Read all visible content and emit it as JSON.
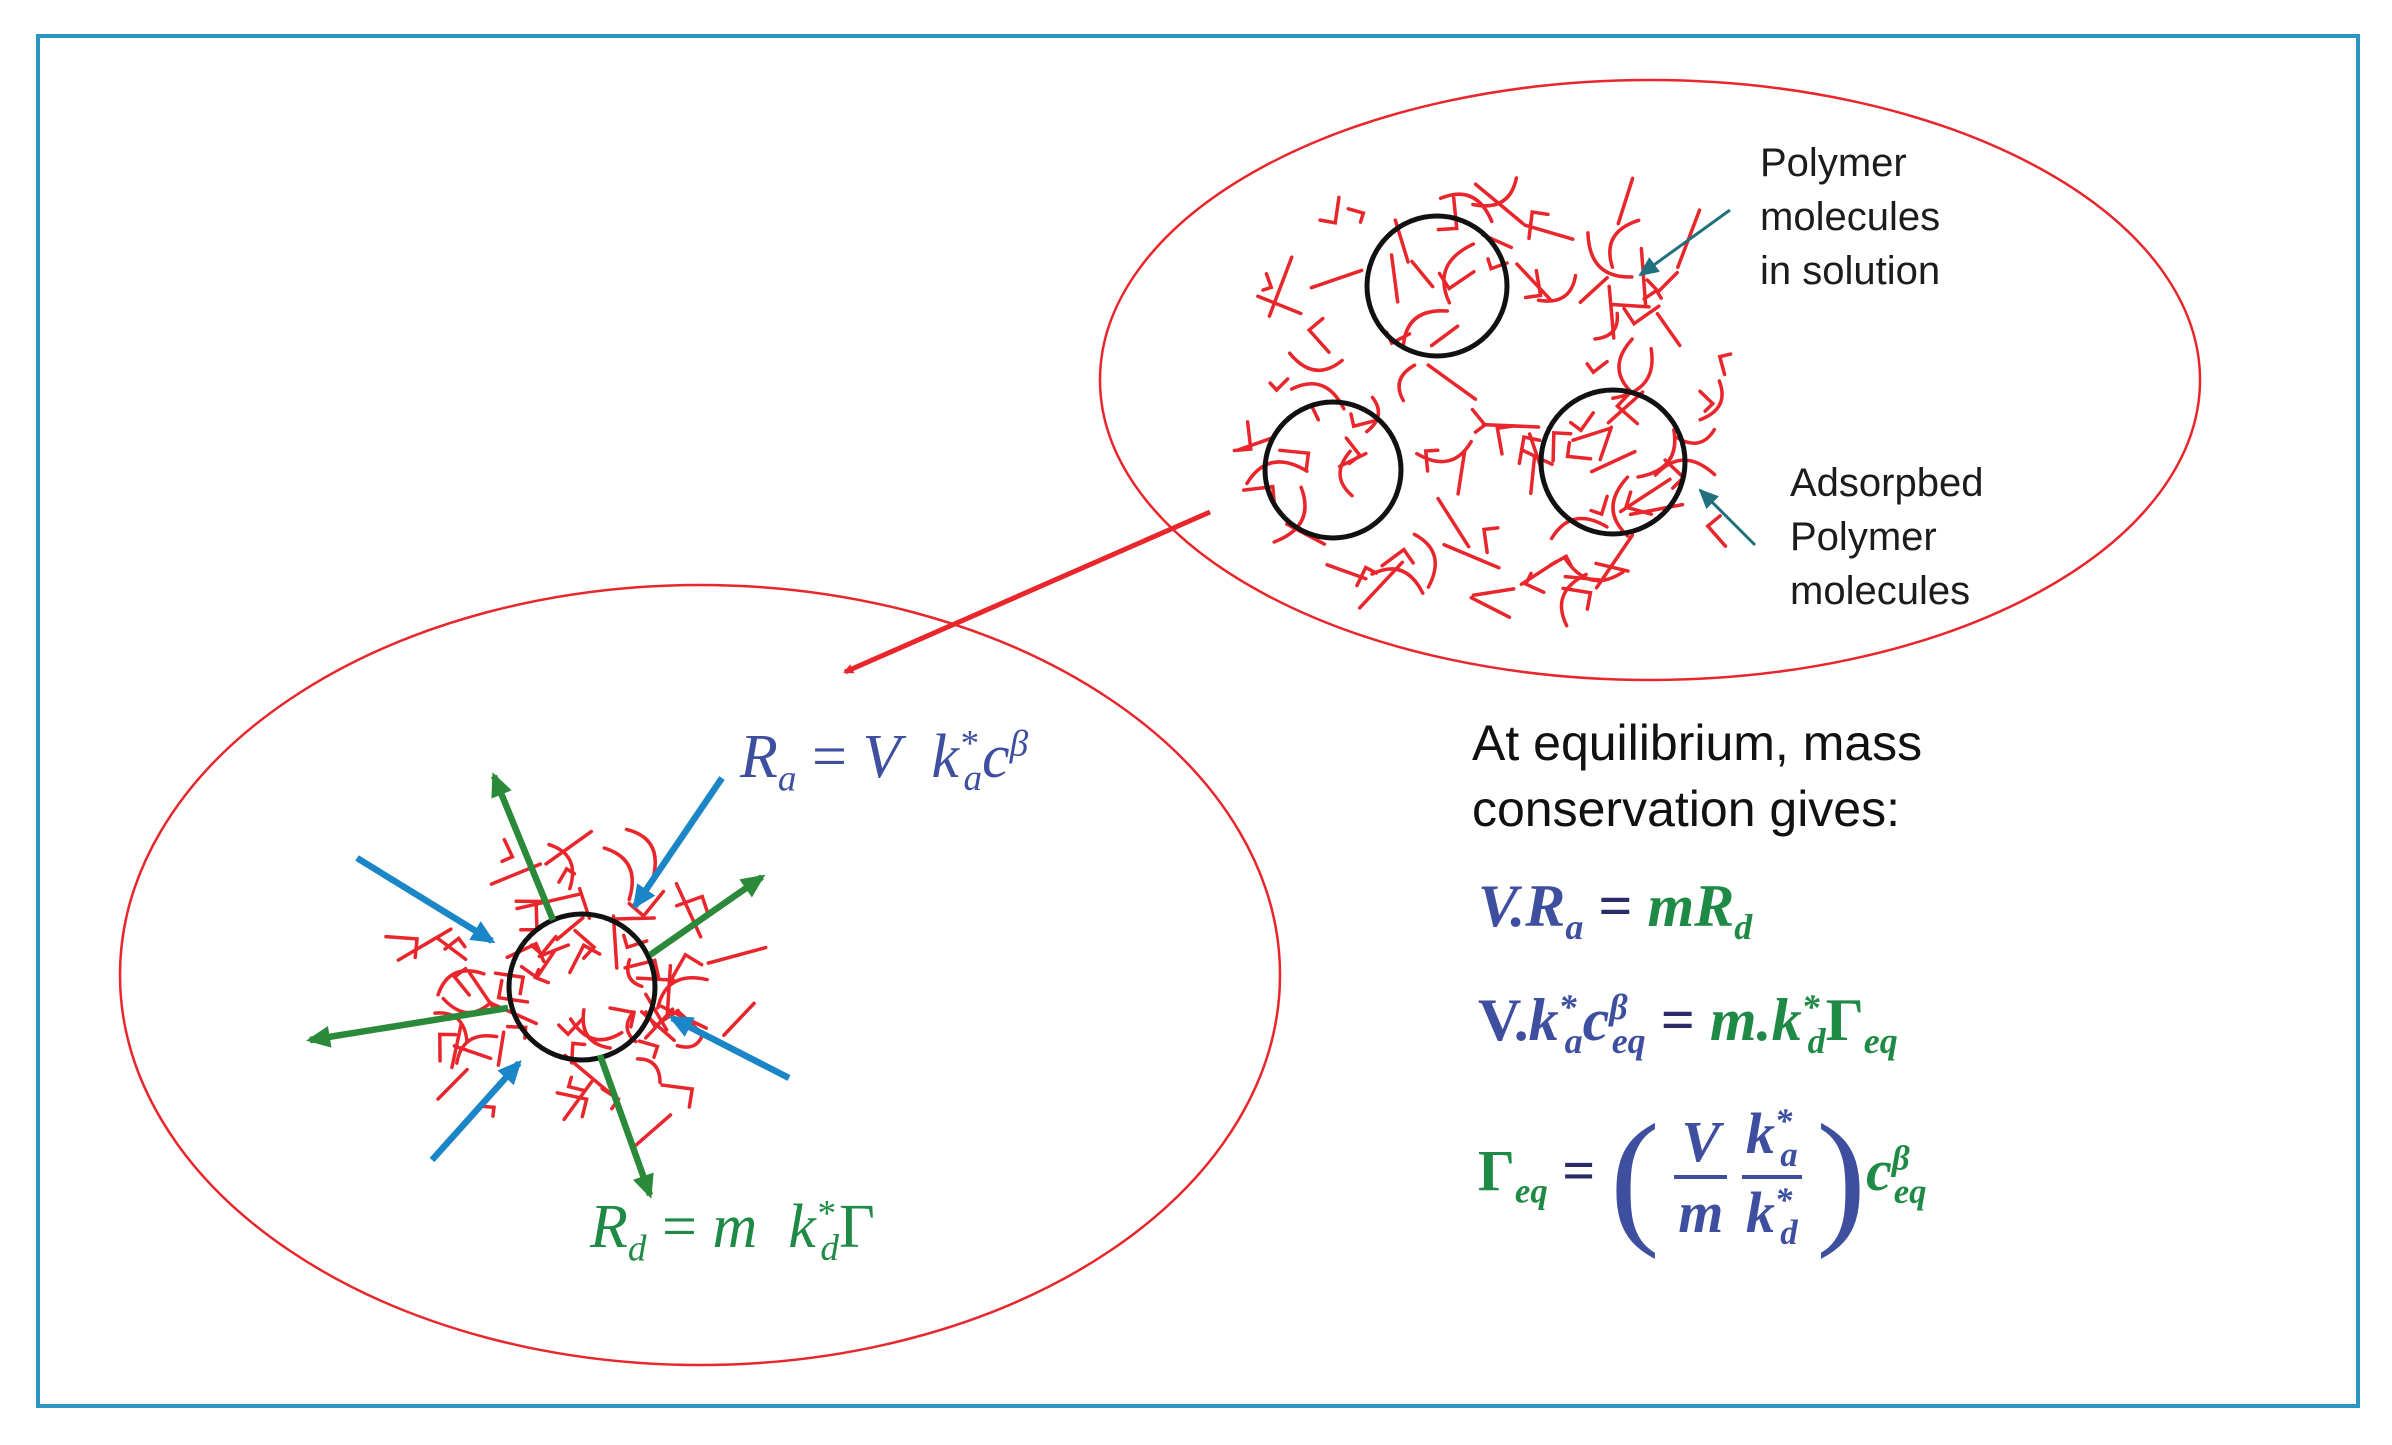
{
  "labels": {
    "in_solution": [
      "Polymer",
      "molecules",
      "in solution"
    ],
    "adsorbed": [
      "Adsorpbed",
      "Polymer",
      "molecules"
    ]
  },
  "equilibrium_text": [
    "At equilibrium, mass",
    "conservation gives:"
  ],
  "colors": {
    "frame": "#2a97c3",
    "ellipse": "#e8262b",
    "polymer": "#e8262b",
    "adsorption_arrow": "#1a86c7",
    "desorption_arrow": "#2a8a3a",
    "zoom_arrow": "#e8262b",
    "pointer_arrow": "#20707e",
    "adsorption_eq": "#3f4fa0",
    "desorption_eq": "#1e8a45"
  },
  "equations": {
    "ra": {
      "lhs": "R",
      "lhs_sub": "a",
      "eq": "=",
      "rhs1": "V",
      "k": "k",
      "k_sup": "*",
      "k_sub": "a",
      "c": "c",
      "c_sup": "β"
    },
    "rd": {
      "lhs": "R",
      "lhs_sub": "d",
      "eq": "=",
      "rhs1": "m",
      "k": "k",
      "k_sup": "*",
      "k_sub": "d",
      "gamma": "Γ"
    },
    "eq1": {
      "v": "V",
      "dot_r": ".R",
      "r_sub": "a",
      "eq": "=",
      "m": "m",
      "r": "R",
      "r2_sub": "d"
    },
    "eq2": {
      "v": "V.",
      "k": "k",
      "k_sup": "*",
      "k_sub": "a",
      "c": "c",
      "c_sup": "β",
      "c_sub": "eq",
      "eq": "=",
      "m": "m.",
      "k2": "k",
      "k2_sup": "*",
      "k2_sub": "d",
      "gamma": "Γ",
      "gamma_sub": "eq"
    },
    "eq3": {
      "gamma": "Γ",
      "gamma_sub": "eq",
      "eq": "=",
      "num1": "V",
      "den1": "m",
      "num2_k": "k",
      "num2_sup": "*",
      "num2_sub": "a",
      "den2_k": "k",
      "den2_sup": "*",
      "den2_sub": "d",
      "c": "c",
      "c_sup": "β",
      "c_sub": "eq"
    }
  }
}
